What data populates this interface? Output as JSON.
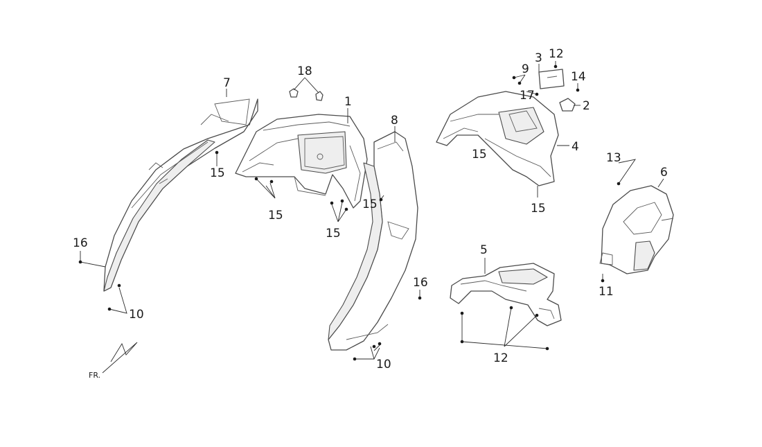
{
  "diagram": {
    "callouts": [
      {
        "id": "c18",
        "text": "18"
      },
      {
        "id": "c7",
        "text": "7"
      },
      {
        "id": "c1",
        "text": "1"
      },
      {
        "id": "c8",
        "text": "8"
      },
      {
        "id": "c3",
        "text": "3"
      },
      {
        "id": "c12a",
        "text": "12"
      },
      {
        "id": "c9",
        "text": "9"
      },
      {
        "id": "c14",
        "text": "14"
      },
      {
        "id": "c17",
        "text": "17"
      },
      {
        "id": "c2",
        "text": "2"
      },
      {
        "id": "c4",
        "text": "4"
      },
      {
        "id": "c15a",
        "text": "15"
      },
      {
        "id": "c15b",
        "text": "15"
      },
      {
        "id": "c15c",
        "text": "15"
      },
      {
        "id": "c15d",
        "text": "15"
      },
      {
        "id": "c15e",
        "text": "15"
      },
      {
        "id": "c15f",
        "text": "15"
      },
      {
        "id": "c13",
        "text": "13"
      },
      {
        "id": "c6",
        "text": "6"
      },
      {
        "id": "c16a",
        "text": "16"
      },
      {
        "id": "c16b",
        "text": "16"
      },
      {
        "id": "c5",
        "text": "5"
      },
      {
        "id": "c11",
        "text": "11"
      },
      {
        "id": "c10a",
        "text": "10"
      },
      {
        "id": "c10b",
        "text": "10"
      },
      {
        "id": "c12b",
        "text": "12"
      }
    ],
    "direction_label": "FR."
  }
}
